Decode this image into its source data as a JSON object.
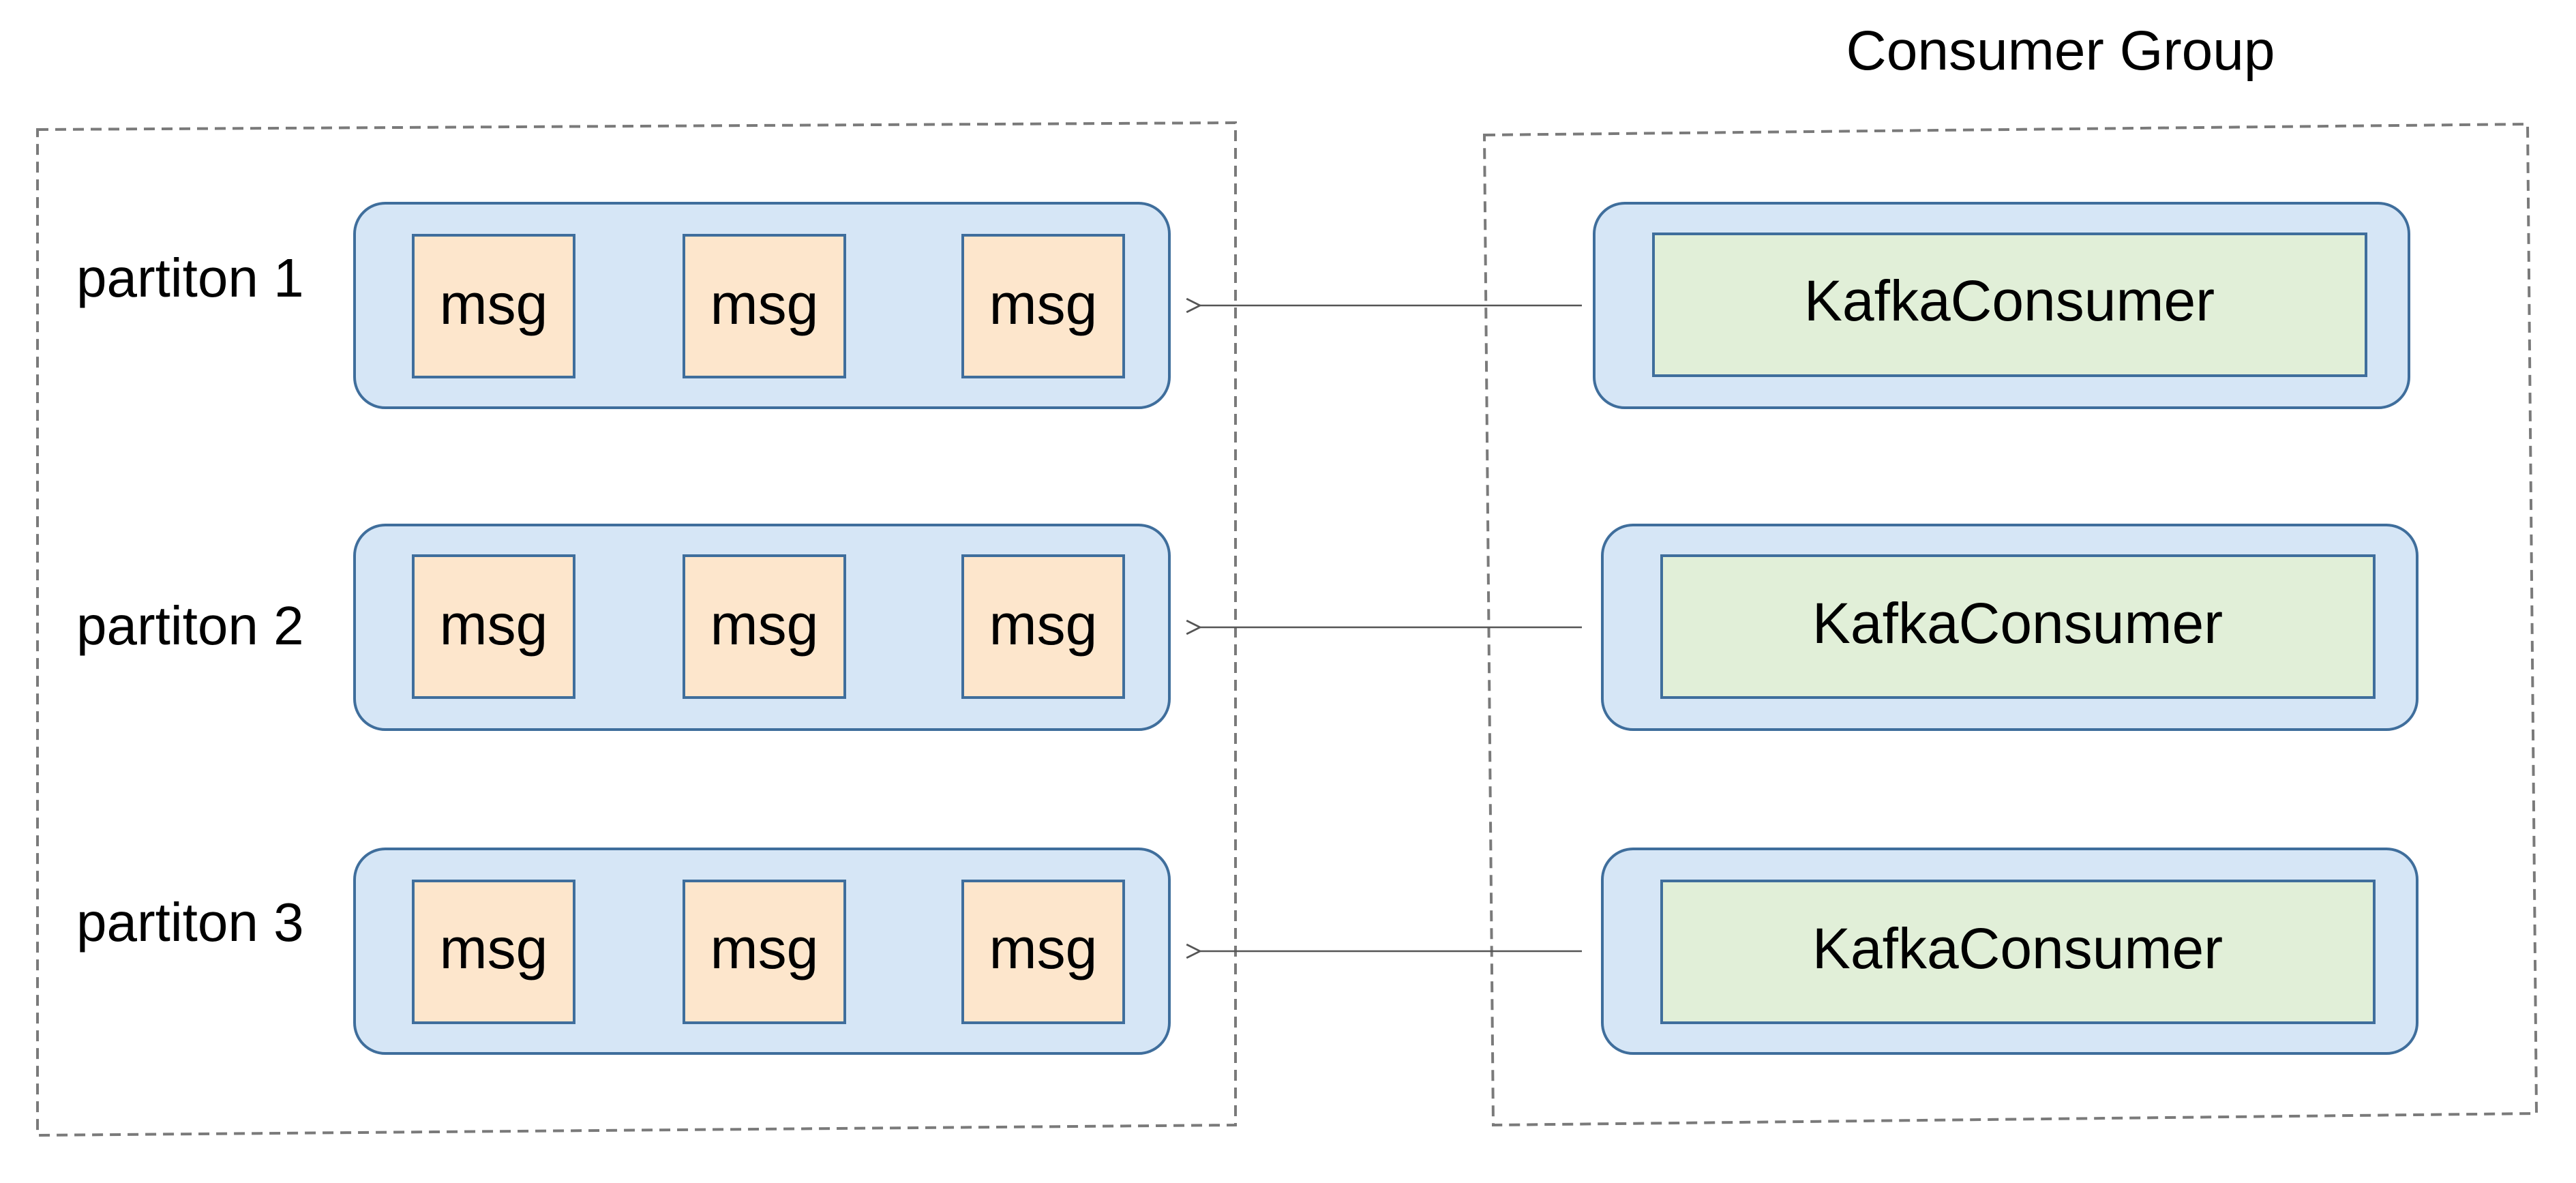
{
  "group_title": "Consumer Group",
  "partitions": [
    {
      "label": "partiton 1",
      "messages": [
        "msg",
        "msg",
        "msg"
      ]
    },
    {
      "label": "partiton 2",
      "messages": [
        "msg",
        "msg",
        "msg"
      ]
    },
    {
      "label": "partiton 3",
      "messages": [
        "msg",
        "msg",
        "msg"
      ]
    }
  ],
  "consumers": [
    {
      "label": "KafkaConsumer"
    },
    {
      "label": "KafkaConsumer"
    },
    {
      "label": "KafkaConsumer"
    }
  ],
  "colors": {
    "container_fill": "#d6e6f6",
    "container_stroke": "#3f6e9c",
    "msg_fill": "#fde6cc",
    "msg_stroke": "#3f6e9c",
    "consumer_fill": "#e1efd8",
    "consumer_stroke": "#3f6e9c",
    "dashed_border": "#7a7a7a",
    "arrow": "#555555",
    "text": "#000000"
  }
}
